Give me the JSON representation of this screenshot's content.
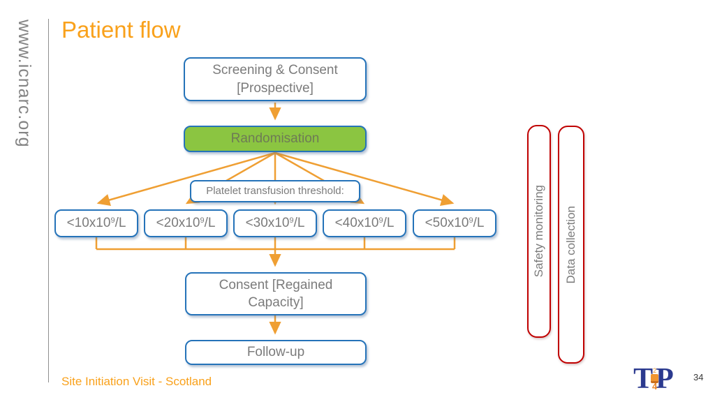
{
  "colors": {
    "accent_orange": "#F9A11B",
    "arrow_orange": "#EF9F33",
    "node_border_blue": "#2573B9",
    "randomisation_green": "#8BC541",
    "side_panel_red": "#C00000",
    "text_gray": "#7B7B7B",
    "logo_blue": "#2B3A8F"
  },
  "sidebar": {
    "url": "www.icnarc.org"
  },
  "header": {
    "title": "Patient flow"
  },
  "flowchart": {
    "screening": {
      "line1": "Screening & Consent",
      "line2": "[Prospective]"
    },
    "randomisation": "Randomisation",
    "threshold_label": "Platelet transfusion threshold:",
    "thresholds": [
      {
        "prefix": "<10x10",
        "sup": "9",
        "suffix": "/L"
      },
      {
        "prefix": "<20x10",
        "sup": "9",
        "suffix": "/L"
      },
      {
        "prefix": "<30x10",
        "sup": "9",
        "suffix": "/L"
      },
      {
        "prefix": "<40x10",
        "sup": "9",
        "suffix": "/L"
      },
      {
        "prefix": "<50x10",
        "sup": "9",
        "suffix": "/L"
      }
    ],
    "consent": {
      "line1": "Consent [Regained",
      "line2": "Capacity]"
    },
    "followup": "Follow-up"
  },
  "side_panels": {
    "safety_monitoring": "Safety monitoring",
    "data_collection": "Data collection"
  },
  "footer": {
    "caption": "Site Initiation Visit - Scotland",
    "page_number": "34",
    "logo": {
      "t": "T",
      "sup": "2",
      "four": "4",
      "p": "P"
    }
  }
}
